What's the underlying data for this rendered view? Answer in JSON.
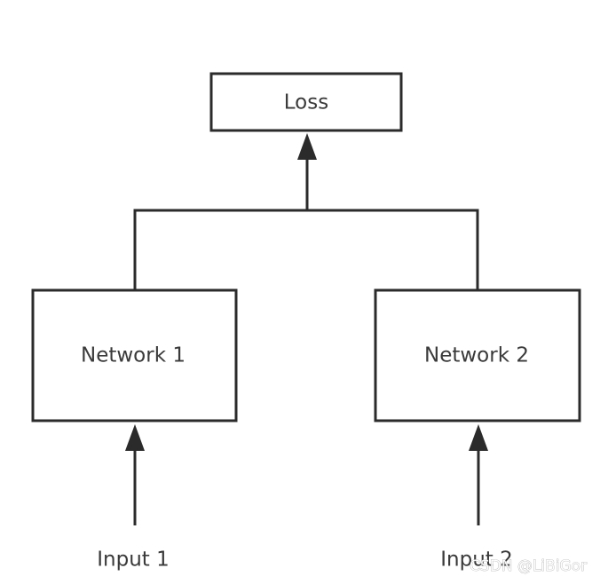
{
  "nodes": {
    "loss": {
      "label": "Loss"
    },
    "network_1": {
      "label": "Network 1"
    },
    "network_2": {
      "label": "Network 2"
    }
  },
  "inputs": {
    "input_1": {
      "label": "Input 1"
    },
    "input_2": {
      "label": "Input 2"
    }
  },
  "watermark": {
    "text": "CSDN @LiBiGor"
  },
  "colors": {
    "stroke": "#2b2b2b",
    "text": "#3a3a3a",
    "background": "#ffffff"
  }
}
